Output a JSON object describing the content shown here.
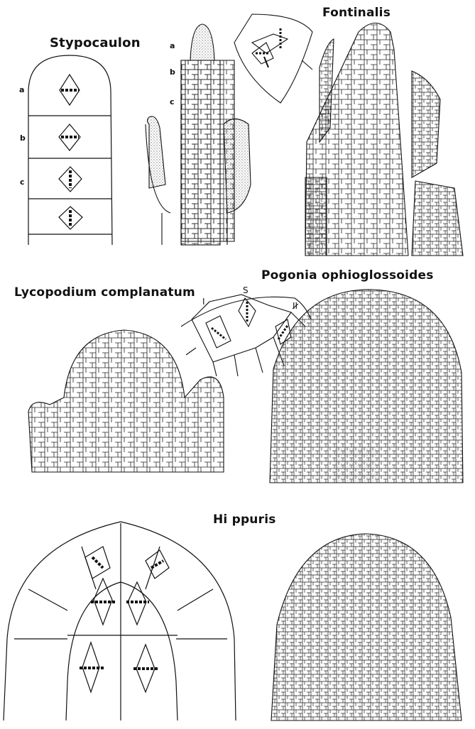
{
  "titles": {
    "stypocaulon": "Stypocaulon",
    "fontinalis": "Fontinalis",
    "lycopodium": "Lycopodium complanatum",
    "pogonia": "Pogonia ophioglossoides",
    "hippuris": "Hi ppuris"
  },
  "cell_letters": {
    "stypocaulon": [
      "a",
      "b",
      "c"
    ],
    "fontinalis": [
      "a",
      "b",
      "c"
    ]
  },
  "lycopodium_inset": {
    "left_mark": "I",
    "center_mark": "S",
    "right_mark": "II"
  }
}
